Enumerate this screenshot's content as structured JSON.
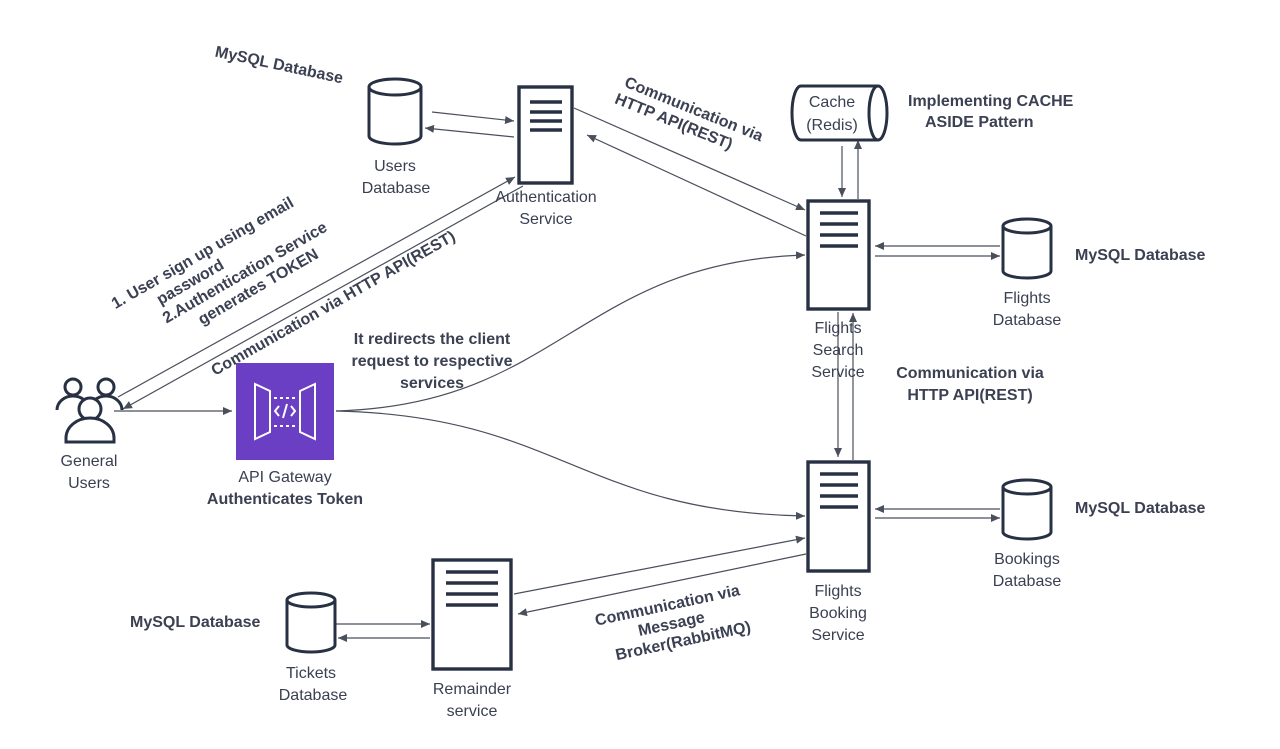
{
  "nodes": {
    "users_db_label": "MySQL Database",
    "users_db": [
      "Users",
      "Database"
    ],
    "auth_service": [
      "Authentication",
      "Service"
    ],
    "cache": [
      "Cache",
      "(Redis)"
    ],
    "flights_search": [
      "Flights",
      "Search",
      "Service"
    ],
    "flights_db_label": "MySQL Database",
    "flights_db": [
      "Flights",
      "Database"
    ],
    "general_users": [
      "General",
      "Users"
    ],
    "api_gateway": "API Gateway",
    "api_gateway_note": "Authenticates Token",
    "flights_booking": [
      "Flights",
      "Booking",
      "Service"
    ],
    "bookings_db_label": "MySQL Database",
    "bookings_db": [
      "Bookings",
      "Database"
    ],
    "tickets_db_label": "MySQL Database",
    "tickets_db": [
      "Tickets",
      "Database"
    ],
    "remainder_service": [
      "Remainder",
      "service"
    ]
  },
  "annotations": {
    "auth_to_search": [
      "Communication via",
      "HTTP API(REST)"
    ],
    "cache_pattern": [
      "Implementing CACHE",
      "ASIDE Pattern"
    ],
    "signup_steps": [
      "1. User sign up using email",
      "password",
      "2.Authentication Service",
      "generates TOKEN"
    ],
    "users_to_auth": "Communication via HTTP API(REST)",
    "gateway_redirect": [
      "It redirects the client",
      "request to respective",
      "services"
    ],
    "search_to_booking": [
      "Communication via",
      "HTTP API(REST)"
    ],
    "booking_to_remainder": [
      "Communication via",
      "Message",
      "Broker(RabbitMQ)"
    ]
  },
  "colors": {
    "gateway": "#6b3fc4",
    "stroke": "#283043",
    "text": "#3a4052"
  }
}
